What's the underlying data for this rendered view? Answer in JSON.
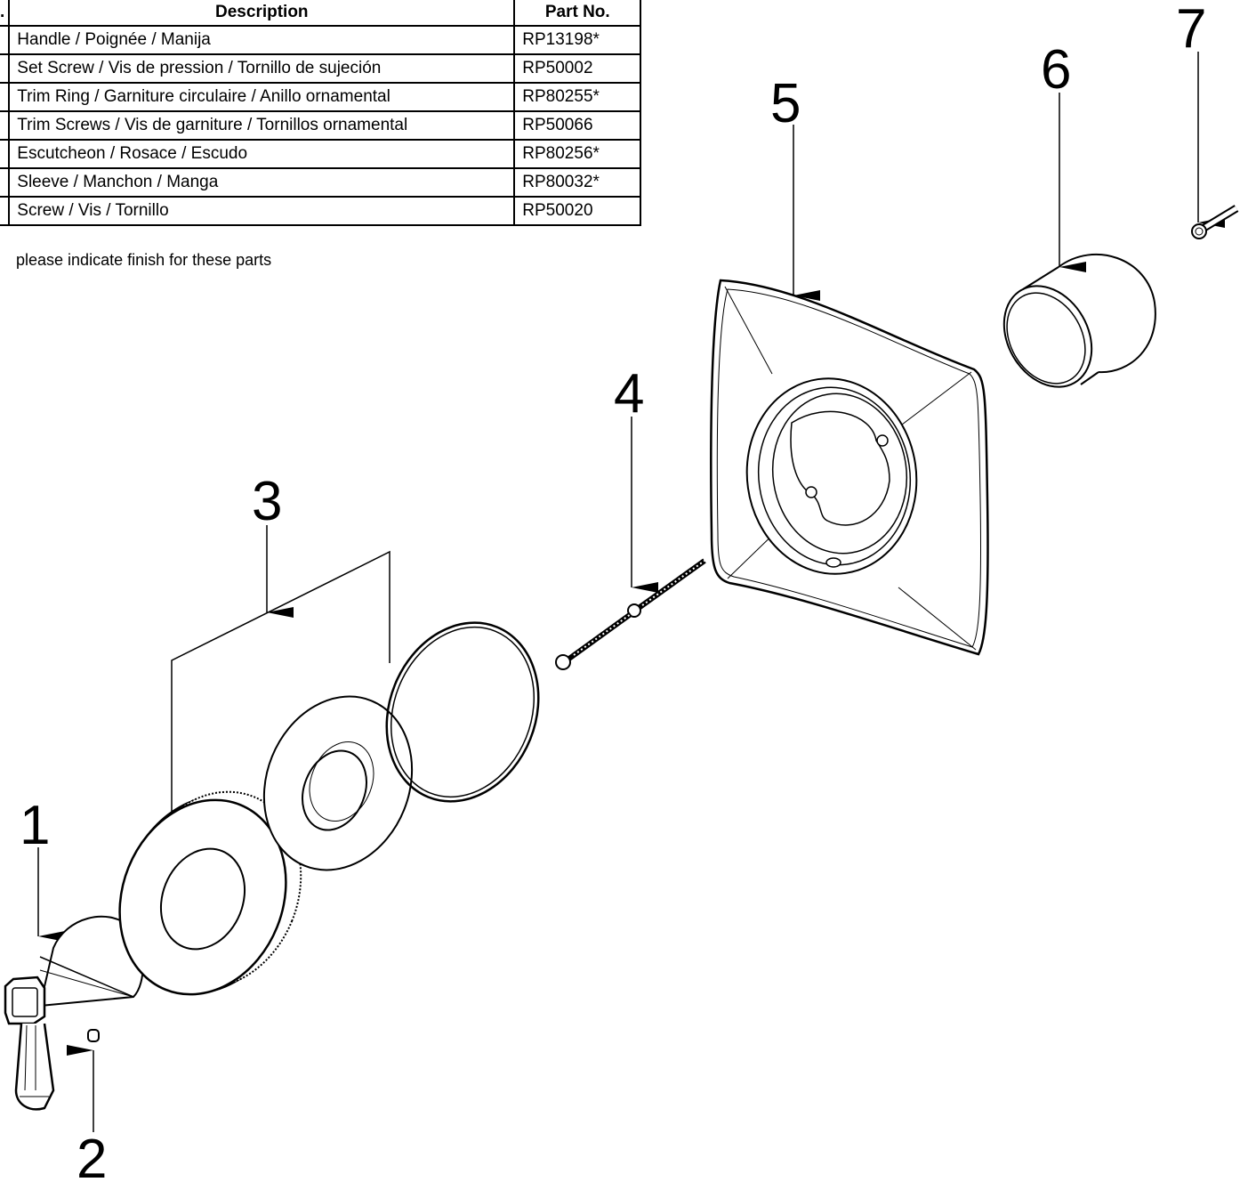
{
  "table": {
    "headers": {
      "no": ".",
      "description": "Description",
      "part_no": "Part No."
    },
    "rows": [
      {
        "description": "Handle / Poignée / Manija",
        "part_no": "RP13198*"
      },
      {
        "description": "Set Screw / Vis de pression / Tornillo de sujeción",
        "part_no": "RP50002"
      },
      {
        "description": "Trim Ring / Garniture circulaire / Anillo ornamental",
        "part_no": "RP80255*"
      },
      {
        "description": "Trim Screws / Vis de garniture / Tornillos ornamental",
        "part_no": "RP50066"
      },
      {
        "description": "Escutcheon / Rosace / Escudo",
        "part_no": "RP80256*"
      },
      {
        "description": "Sleeve / Manchon / Manga",
        "part_no": "RP80032*"
      },
      {
        "description": "Screw / Vis / Tornillo",
        "part_no": "RP50020"
      }
    ],
    "note": "please indicate finish for these parts"
  },
  "callouts": [
    "1",
    "2",
    "3",
    "4",
    "5",
    "6",
    "7"
  ]
}
